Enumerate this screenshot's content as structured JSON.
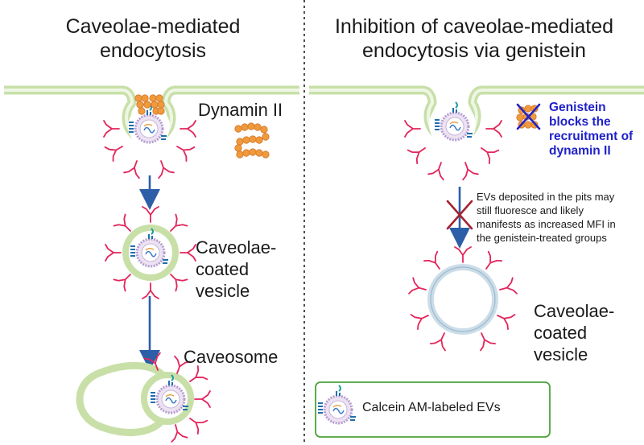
{
  "left_panel": {
    "title": "Caveolae-mediated\nendocytosis",
    "dynamin_label": "Dynamin II",
    "vesicle_label": "Caveolae-\ncoated\nvesicle",
    "caveosome_label": "Caveosome"
  },
  "right_panel": {
    "title": "Inhibition of caveolae-mediated\nendocytosis via genistein",
    "genistein_note": "Genistein\nblocks the\nrecruitment of\ndynamin II",
    "ev_note": "EVs deposited in the pits may\nstill fluoresce and likely\nmanifests as increased MFI in\nthe genistein-treated groups",
    "vesicle_label": "Caveolae-\ncoated\nvesicle"
  },
  "legend": {
    "ev_label": "Calcein AM-labeled EVs"
  },
  "colors": {
    "membrane": "#c8e0a8",
    "caveolin": "#e3245a",
    "dynamin": "#ec8a2a",
    "arrow": "#2d5fa8",
    "block_x": "#a3232f",
    "note_blue": "#1f22c9",
    "legend_border": "#4aa23a"
  }
}
